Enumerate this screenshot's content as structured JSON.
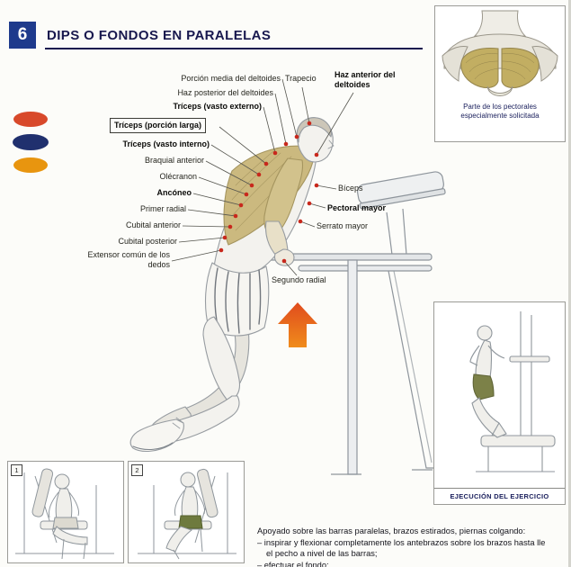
{
  "page": {
    "number": "6",
    "title": "DIPS O FONDOS EN PARALELAS"
  },
  "legend": {
    "items": [
      {
        "name": "primary-muscle",
        "color": "#d8492b"
      },
      {
        "name": "secondary-muscle",
        "color": "#20306e"
      },
      {
        "name": "tertiary-muscle",
        "color": "#e8950f"
      }
    ]
  },
  "pectoral_inset": {
    "caption_line1": "Parte de los pectorales",
    "caption_line2": "especialmente solicitada"
  },
  "execution_inset": {
    "caption": "EJECUCIÓN DEL EJERCICIO"
  },
  "variants": [
    {
      "number": "1"
    },
    {
      "number": "2"
    }
  ],
  "labels": [
    {
      "text": "Porción media del deltoides"
    },
    {
      "text": "Trapecio"
    },
    {
      "text": "Haz anterior del deltoides"
    },
    {
      "text": "Haz posterior del deltoides"
    },
    {
      "text": "Tríceps (vasto externo)"
    },
    {
      "text": "Tríceps (porción larga)"
    },
    {
      "text": "Tríceps (vasto interno)"
    },
    {
      "text": "Braquial anterior"
    },
    {
      "text": "Olécranon"
    },
    {
      "text": "Ancóneo"
    },
    {
      "text": "Primer radial"
    },
    {
      "text": "Cubital anterior"
    },
    {
      "text": "Cubital posterior"
    },
    {
      "text": "Extensor común de los dedos"
    },
    {
      "text": "Bíceps"
    },
    {
      "text": "Pectoral mayor"
    },
    {
      "text": "Serrato mayor"
    },
    {
      "text": "Segundo radial"
    }
  ],
  "instructions": {
    "lines": [
      "Apoyado sobre las barras paralelas, brazos estirados, piernas colgando:",
      "–  inspirar y flexionar completamente los antebrazos sobre los brazos hasta lle",
      "el pecho a nivel de las barras;",
      "–  efectuar el fondo;"
    ]
  },
  "colors": {
    "accent_navy": "#18184e",
    "arrow_top": "#e04b1d",
    "arrow_bottom": "#f08c1c"
  }
}
